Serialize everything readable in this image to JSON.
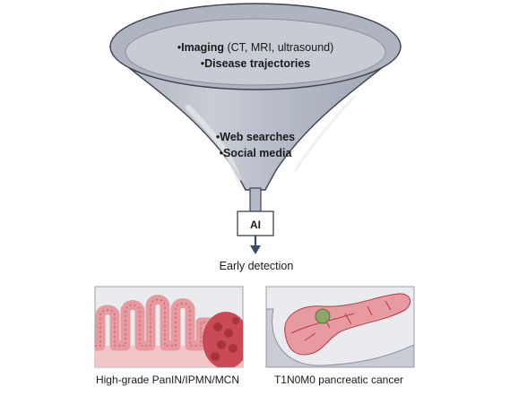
{
  "funnel": {
    "top_items": [
      {
        "bullet": "•",
        "strong": "Imaging",
        "rest": " (CT, MRI, ultrasound)"
      },
      {
        "bullet": "•",
        "strong": "Disease trajectories",
        "rest": ""
      }
    ],
    "body_items": [
      {
        "bullet": "•",
        "strong": "Web searches",
        "rest": ""
      },
      {
        "bullet": "•",
        "strong": "Social media",
        "rest": ""
      }
    ],
    "colors": {
      "rim": "#aab2be",
      "top_surface": "#c6cad3",
      "body": "#b9bec9",
      "body_highlight": "#dfe2e8",
      "outline": "#3c4250"
    }
  },
  "ai_box": {
    "label": "AI"
  },
  "result": {
    "label": "Early detection"
  },
  "panels": [
    {
      "caption": "High-grade PanIN/IPMN/MCN"
    },
    {
      "caption": "T1N0M0 pancreatic cancer"
    }
  ],
  "colors": {
    "arrow": "#3a4a66",
    "tissue": "#e79a9f",
    "tissue_dark": "#b53a45",
    "panel_bg": "#e9ebef",
    "panel_border": "#9aa0aa"
  }
}
